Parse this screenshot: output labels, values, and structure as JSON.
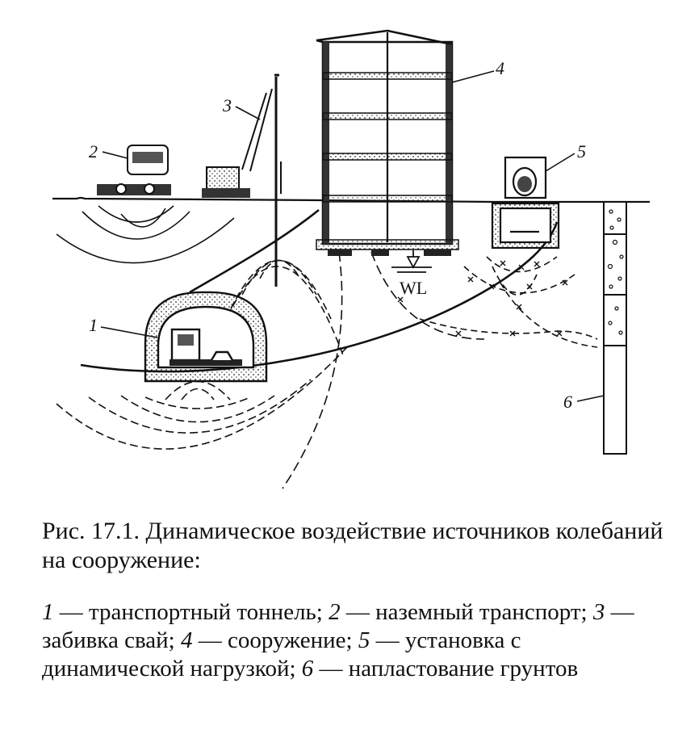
{
  "figure": {
    "labels": {
      "n1": "1",
      "n2": "2",
      "n3": "3",
      "n4": "4",
      "n5": "5",
      "n6": "6"
    },
    "water_level": "WL"
  },
  "caption": {
    "title": "Рис. 17.1. Динамическое воздействие источников колебаний на сооружение:",
    "legend": [
      {
        "num": "1",
        "text": "транспортный тоннель"
      },
      {
        "num": "2",
        "text": "наземный транспорт"
      },
      {
        "num": "3",
        "text": "забивка свай"
      },
      {
        "num": "4",
        "text": "сооружение"
      },
      {
        "num": "5",
        "text": "установка с динамической нагрузкой"
      },
      {
        "num": "6",
        "text": "напластование грунтов"
      }
    ]
  }
}
